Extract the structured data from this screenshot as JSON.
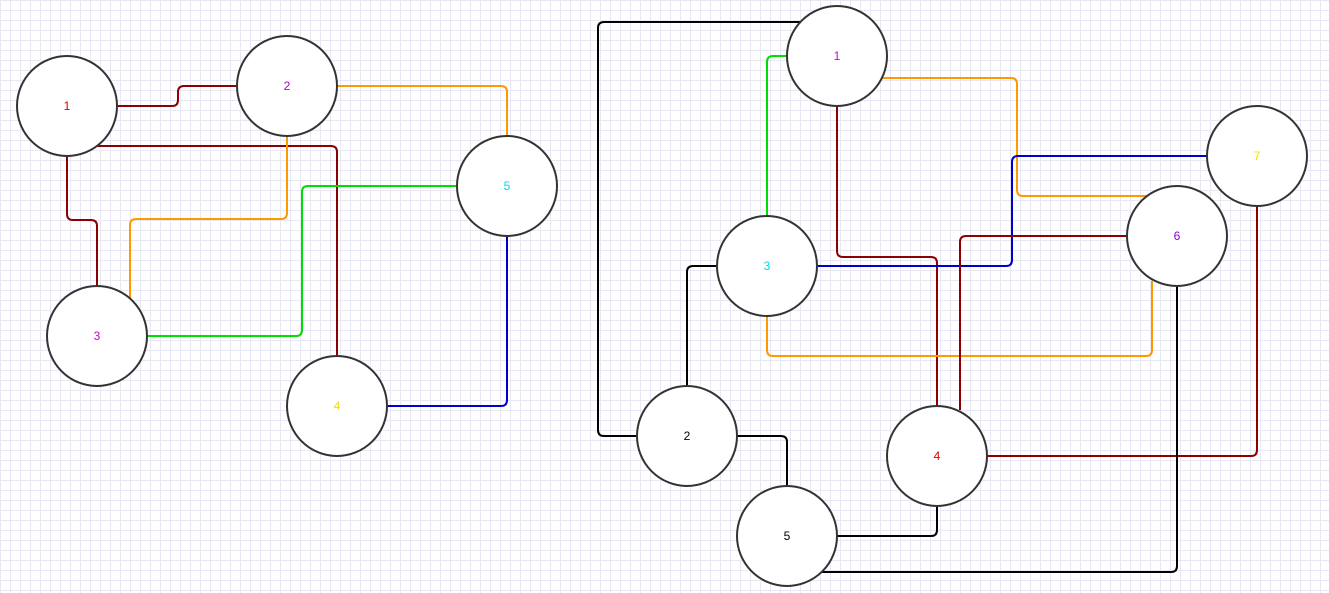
{
  "graphs": [
    {
      "nodes": [
        {
          "id": "n1",
          "label": "1",
          "color": "#e00000"
        },
        {
          "id": "n2",
          "label": "2",
          "color": "#b000d0"
        },
        {
          "id": "n3",
          "label": "3",
          "color": "#d000d0"
        },
        {
          "id": "n4",
          "label": "4",
          "color": "#f0e000"
        },
        {
          "id": "n5",
          "label": "5",
          "color": "#00d8e8"
        }
      ],
      "edges": [
        {
          "from": "1",
          "to": "2",
          "color": "#8b0000"
        },
        {
          "from": "1",
          "to": "3",
          "color": "#8b0000"
        },
        {
          "from": "1",
          "to": "4",
          "color": "#8b0000"
        },
        {
          "from": "2",
          "to": "5",
          "color": "#ff9900"
        },
        {
          "from": "2",
          "to": "3",
          "color": "#ff9900"
        },
        {
          "from": "3",
          "to": "5",
          "color": "#00dd00"
        },
        {
          "from": "4",
          "to": "5",
          "color": "#0000cc"
        }
      ]
    },
    {
      "nodes": [
        {
          "id": "m1",
          "label": "1",
          "color": "#d000d0"
        },
        {
          "id": "m2",
          "label": "2",
          "color": "#000000"
        },
        {
          "id": "m3",
          "label": "3",
          "color": "#00d8e8"
        },
        {
          "id": "m4",
          "label": "4",
          "color": "#e00000"
        },
        {
          "id": "m5",
          "label": "5",
          "color": "#000000"
        },
        {
          "id": "m6",
          "label": "6",
          "color": "#9000d0"
        },
        {
          "id": "m7",
          "label": "7",
          "color": "#f0e000"
        }
      ],
      "edges": [
        {
          "from": "1",
          "to": "2",
          "color": "#000000"
        },
        {
          "from": "1",
          "to": "3",
          "color": "#00dd00"
        },
        {
          "from": "1",
          "to": "6",
          "color": "#ff9900"
        },
        {
          "from": "1",
          "to": "4",
          "color": "#8b0000"
        },
        {
          "from": "3",
          "to": "7",
          "color": "#0000cc"
        },
        {
          "from": "3",
          "to": "2",
          "color": "#000000"
        },
        {
          "from": "3",
          "to": "6",
          "color": "#ff9900"
        },
        {
          "from": "4",
          "to": "6",
          "color": "#8b0000"
        },
        {
          "from": "4",
          "to": "7",
          "color": "#8b0000"
        },
        {
          "from": "4",
          "to": "5",
          "color": "#000000"
        },
        {
          "from": "2",
          "to": "5",
          "color": "#000000"
        },
        {
          "from": "5",
          "to": "6",
          "color": "#000000"
        }
      ]
    }
  ]
}
